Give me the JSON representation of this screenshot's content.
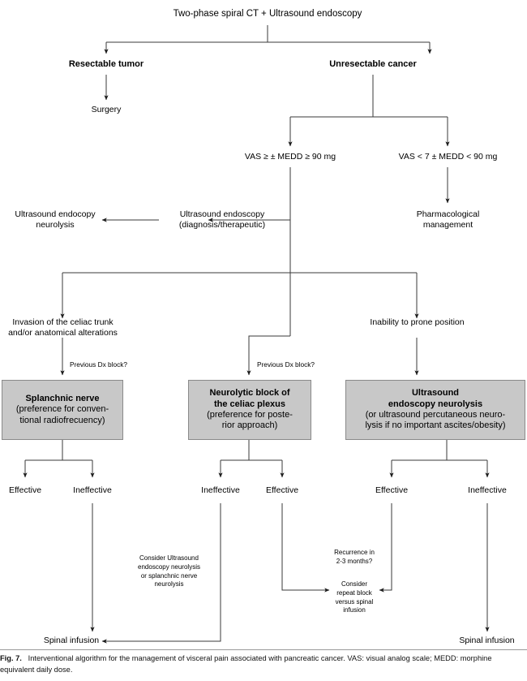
{
  "figure": {
    "label": "Fig. 7.",
    "caption": "Interventional algorithm for the management of visceral pain associated with pancreatic cancer. VAS: visual analog scale; MEDD: morphine equivalent daily dose."
  },
  "colors": {
    "box_fill": "#c8c8c8",
    "box_border": "#8a8a8a",
    "line": "#3a3a3a",
    "text": "#000000",
    "background": "#ffffff"
  },
  "diagram": {
    "type": "flowchart",
    "nodes": {
      "root": "Two-phase spiral CT + Ultrasound endoscopy",
      "resectable": "Resectable tumor",
      "unresectable": "Unresectable cancer",
      "surgery": "Surgery",
      "vas_high": "VAS ≥ ± MEDD ≥ 90 mg",
      "vas_low": "VAS < 7 ± MEDD < 90 mg",
      "us_endoscopy_line1": "Ultrasound endoscopy",
      "us_endoscopy_line2": "(diagnosis/therapeutic)",
      "us_neurolysis_line1": "Ultrasound endocopy",
      "us_neurolysis_line2": "neurolysis",
      "pharm_line1": "Pharmacological",
      "pharm_line2": "management",
      "invasion_line1": "Invasion of the celiac trunk",
      "invasion_line2": "and/or anatomical alterations",
      "prone_position": "Inability to prone position",
      "prev_dx_left": "Previous Dx block?",
      "prev_dx_mid": "Previous Dx block?"
    },
    "boxes": {
      "splanchnic": {
        "head": "Splanchnic nerve",
        "body_line1": "(preference for conven-",
        "body_line2": "tional radiofrecuency)"
      },
      "neurolytic": {
        "head_line1": "Neurolytic block of",
        "head_line2": "the celiac plexus",
        "body_line1": "(preference for poste-",
        "body_line2": "rior approach)"
      },
      "usneuro": {
        "head_line1": "Ultrasound",
        "head_line2": "endoscopy neurolysis",
        "body_line1": "(or ultrasound percutaneous neuro-",
        "body_line2": "lysis if no important ascites/obesity)"
      }
    },
    "outcomes": {
      "left_effective": "Effective",
      "left_ineffective": "Ineffective",
      "mid_ineffective": "Ineffective",
      "mid_effective": "Effective",
      "right_effective": "Effective",
      "right_ineffective": "Ineffective"
    },
    "annotations": {
      "consider_line1": "Consider Ultrasound",
      "consider_line2": "endoscopy neurolysis",
      "consider_line3": "or splanchnic nerve",
      "consider_line4": "neurolysis",
      "recurrence_line1": "Recurrence in",
      "recurrence_line2": "2-3 months?",
      "repeat_line1": "Consider",
      "repeat_line2": "repeat block",
      "repeat_line3": "versus spinal",
      "repeat_line4": "infusion"
    },
    "terminals": {
      "spinal_left": "Spinal infusion",
      "spinal_right": "Spinal infusion"
    }
  }
}
